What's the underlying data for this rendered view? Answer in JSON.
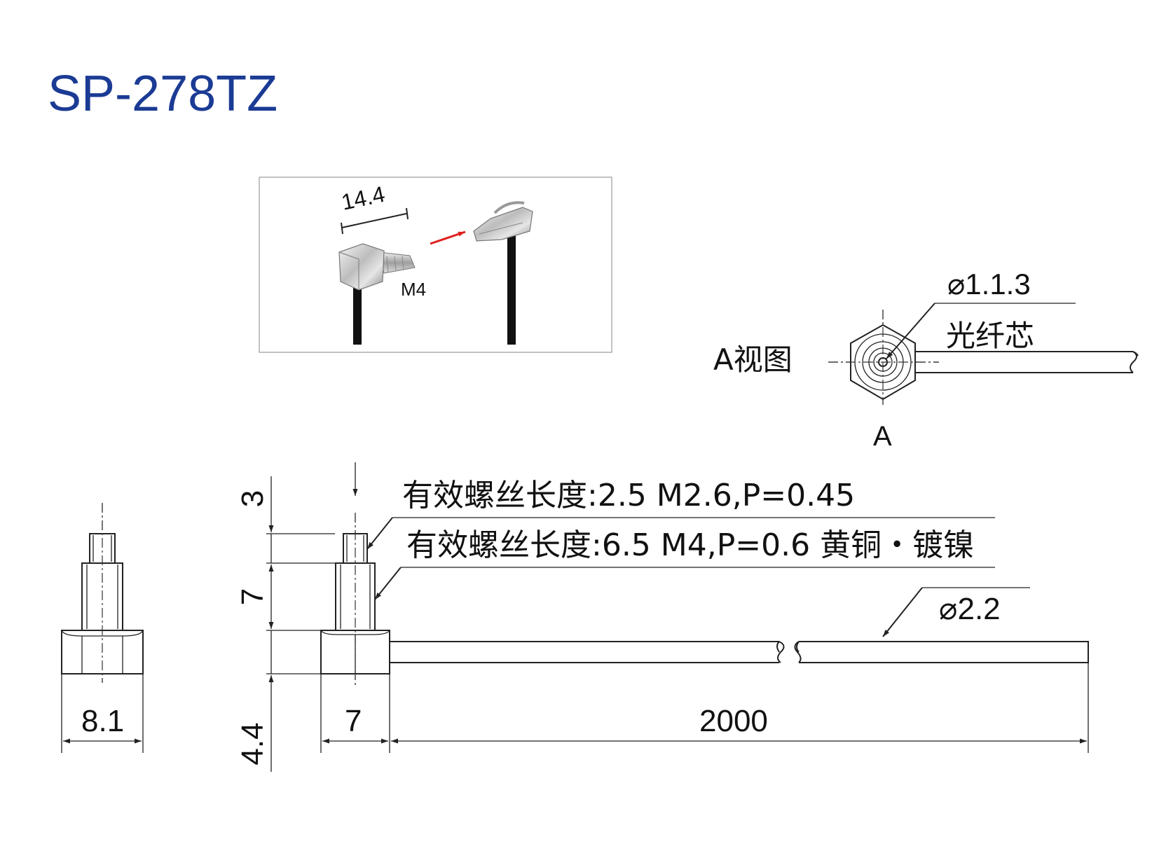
{
  "title": "SP-278TZ",
  "photo": {
    "length_label": "14.4",
    "thread_label": "M4",
    "accent_color": "#e02020"
  },
  "view_a": {
    "label": "A视图",
    "core_diameter": "⌀1.1.3",
    "core_label": "光纤芯",
    "section_marker": "A"
  },
  "notes": {
    "thread_tip": "有效螺丝长度:2.5  M2.6,P=0.45",
    "thread_body": "有效螺丝长度:6.5 M4,P=0.6 黄铜・镀镍"
  },
  "dimensions": {
    "tip_length": "3",
    "body_length": "7",
    "hex_length": "4.4",
    "hex_width": "8.1",
    "head_width": "7",
    "cable_length": "2000",
    "cable_diameter": "⌀2.2"
  },
  "colors": {
    "title": "#1b3b94",
    "line": "#222222"
  }
}
